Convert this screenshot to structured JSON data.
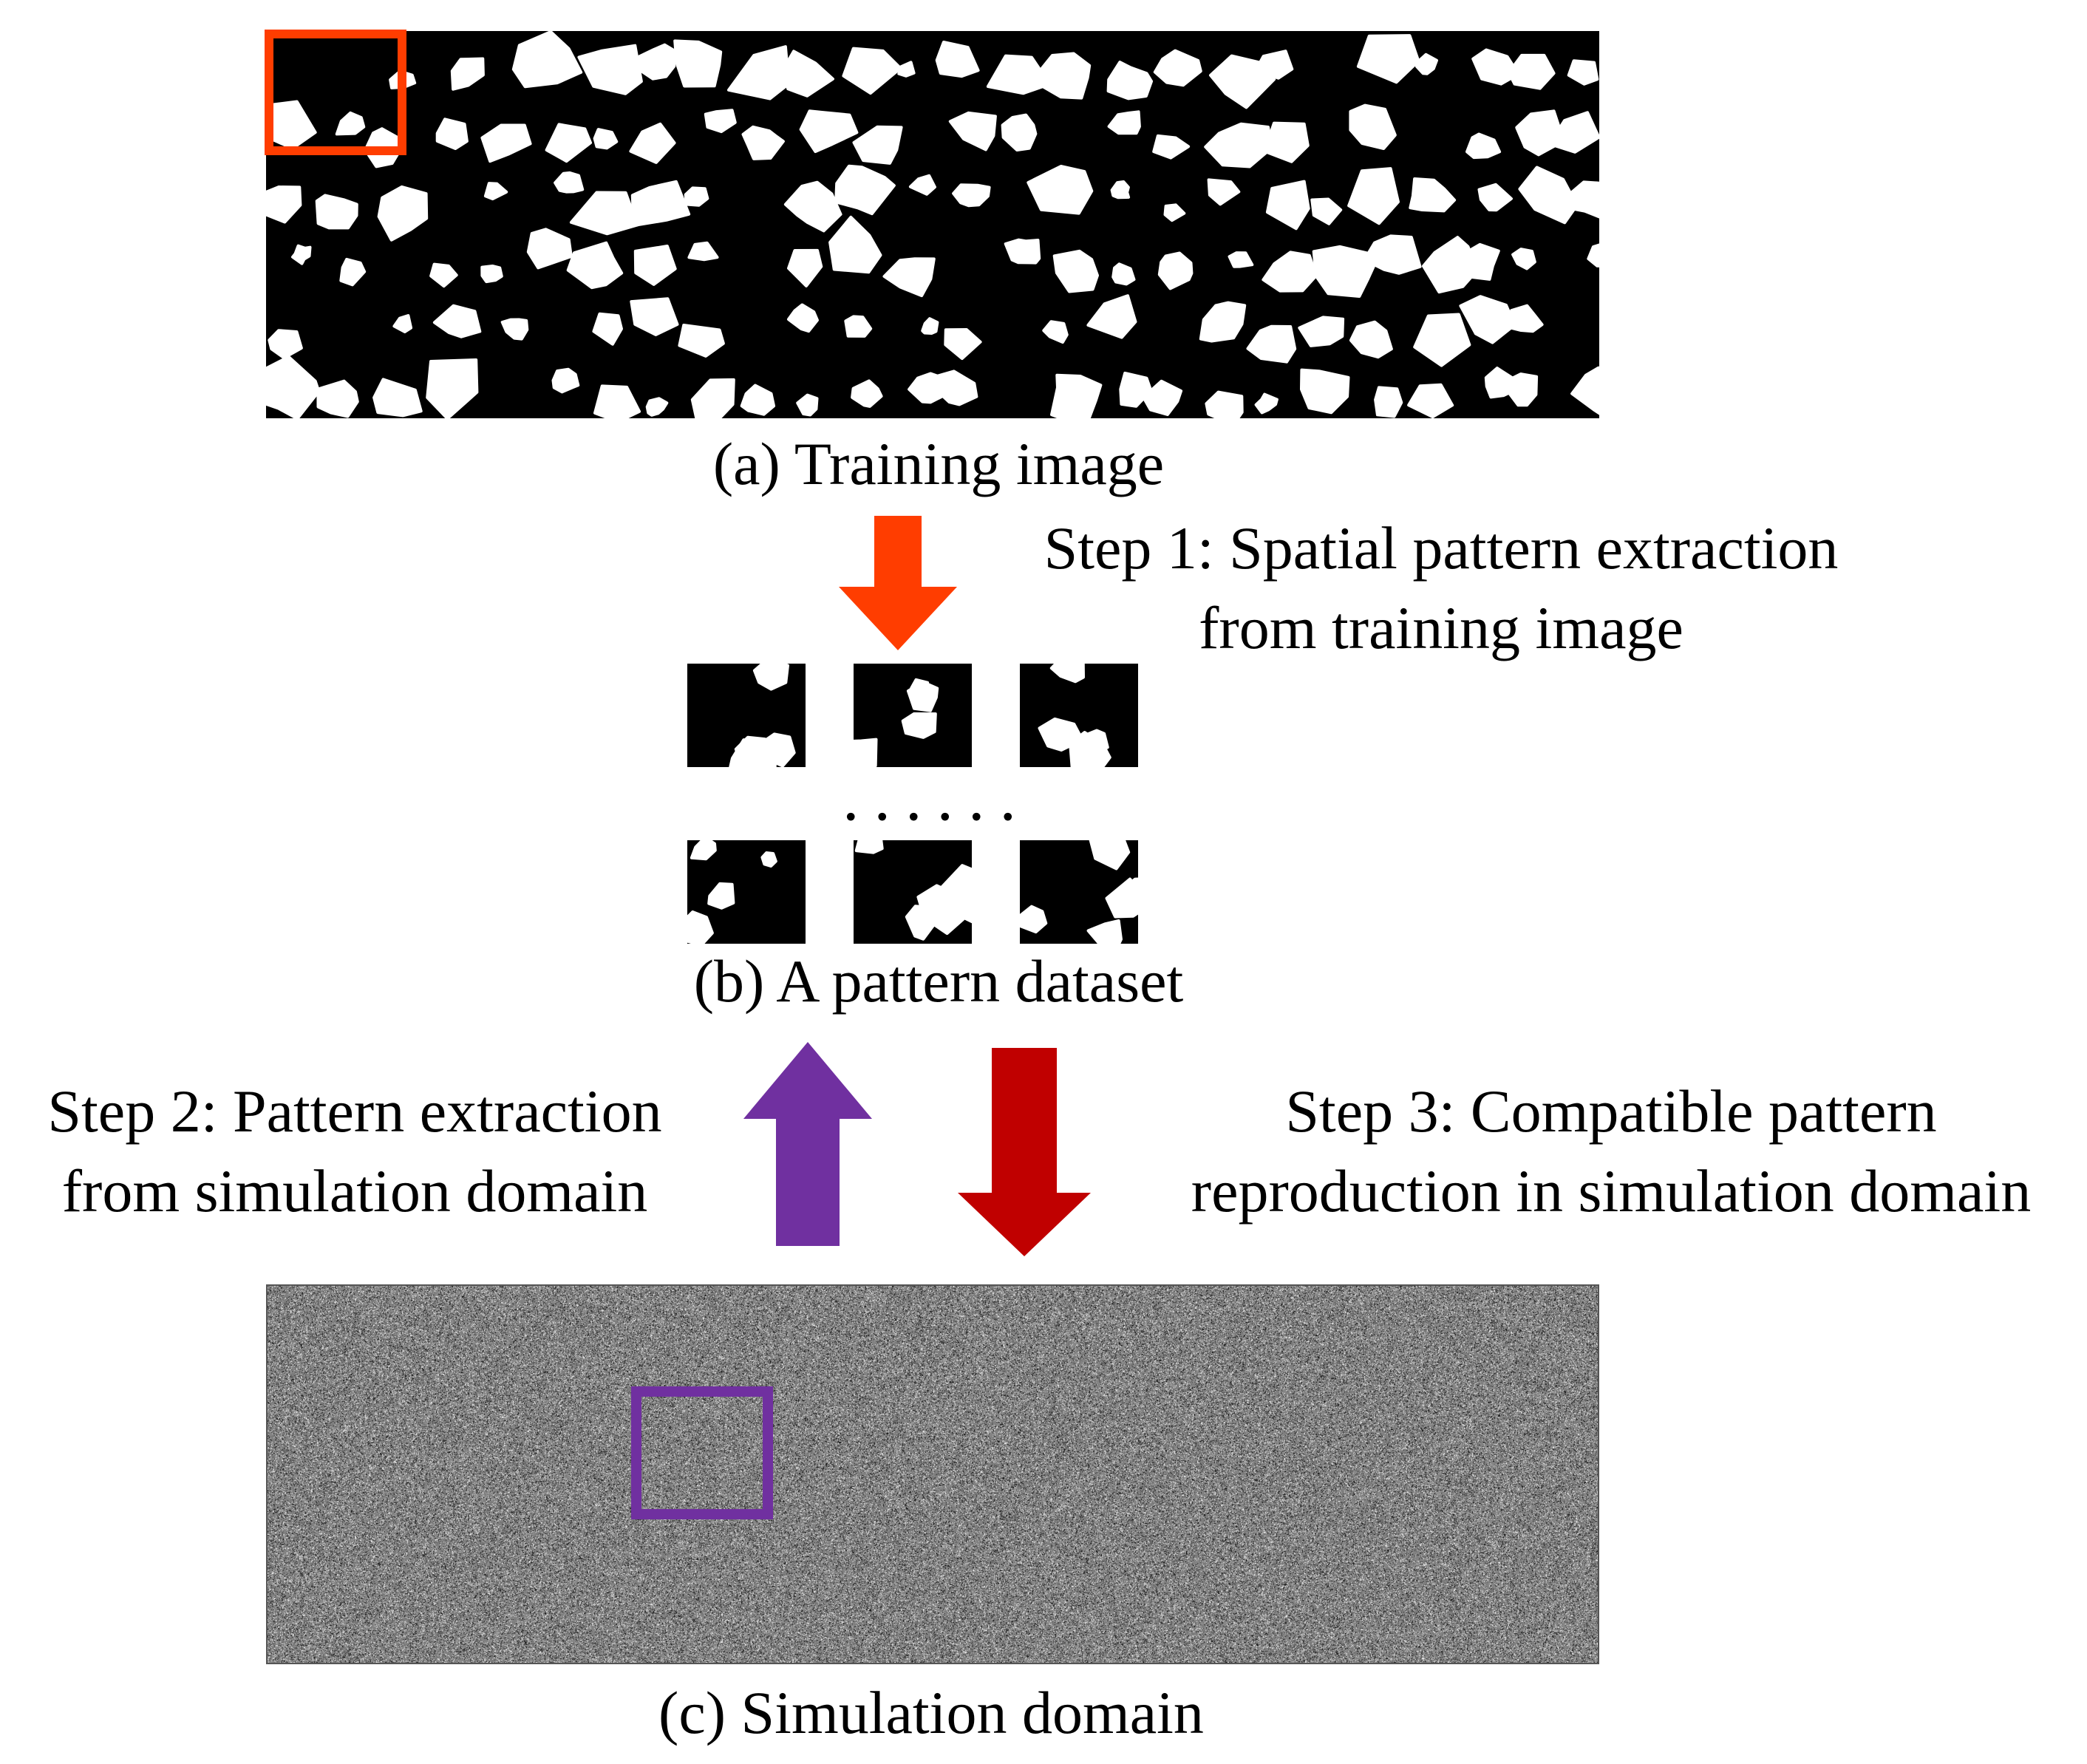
{
  "captions": {
    "training": "(a) Training image",
    "dataset": "(b) A pattern dataset",
    "simulation": "(c) Simulation domain"
  },
  "steps": {
    "step1": [
      "Step 1: Spatial pattern extraction",
      "from training image"
    ],
    "step2": [
      "Step 2: Pattern extraction",
      "from simulation domain"
    ],
    "step3": [
      "Step 3: Compatible pattern",
      "reproduction in simulation domain"
    ]
  },
  "dataset_ellipsis": "......",
  "colors": {
    "step1_arrow": "#ff3d00",
    "step2_arrow": "#7030a0",
    "step3_arrow": "#c00000",
    "training_highlight": "#ff3d00",
    "simulation_highlight": "#7030a0",
    "simulation_background": "#808080"
  }
}
